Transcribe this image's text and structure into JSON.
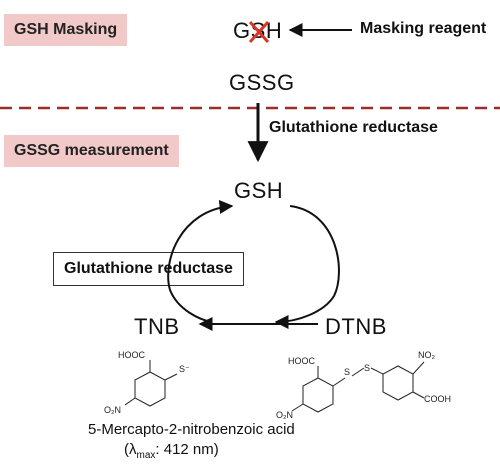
{
  "masking": {
    "section_label": "GSH Masking",
    "gsh_masked_prefix": "G",
    "gsh_masked_struck": "S",
    "gsh_masked_suffix": "H",
    "reagent_label": "Masking reagent",
    "gssg": "GSSG"
  },
  "measurement": {
    "section_label": "GSSG measurement",
    "enzyme_top": "Glutathione reductase",
    "gsh": "GSH",
    "enzyme_box": "Glutathione reductase",
    "tnb": "TNB",
    "dtnb": "DTNB"
  },
  "structures": {
    "tnb_cooh": "HOOC",
    "tnb_s": "S⁻",
    "tnb_no2": "O₂N",
    "dtnb_cooh_left": "HOOC",
    "dtnb_s1": "S",
    "dtnb_s2": "S",
    "dtnb_no2_left": "O₂N",
    "dtnb_no2_right": "NO₂",
    "dtnb_cooh_right": "COOH"
  },
  "caption": {
    "name": "5-Mercapto-2-nitrobenzoic acid",
    "lambda_prefix": "(λ",
    "lambda_sub": "max",
    "lambda_value": ": 412 nm)"
  },
  "colors": {
    "section_bg": "#f2c9c9",
    "divider": "#9b2d2d",
    "strike": "#d9362b"
  }
}
